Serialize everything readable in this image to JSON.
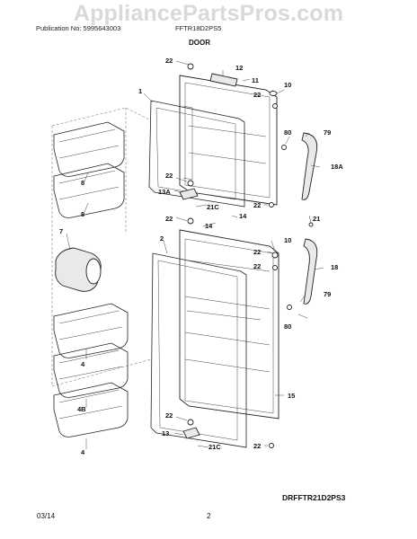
{
  "watermark": "AppliancePartsPros.com",
  "header": {
    "publication": "Publication No: 5995643003",
    "model": "FFTR18D2PS5",
    "section": "DOOR"
  },
  "footer": {
    "diagram_id": "DRFFTR21D2PS3",
    "date": "03/14",
    "page": "2"
  },
  "callouts": {
    "c22a": "22",
    "c12": "12",
    "c11": "11",
    "c10a": "10",
    "c22b": "22",
    "c1": "1",
    "c80a": "80",
    "c79a": "79",
    "c18A": "18A",
    "c8a": "8",
    "c8b": "8",
    "c22c": "22",
    "c13A": "13A",
    "c21Ca": "21C",
    "c22d": "22",
    "c22e": "22",
    "c14a": "14",
    "c14b": "14",
    "c21": "21",
    "c7": "7",
    "c2": "2",
    "c22f": "22",
    "c10b": "10",
    "c22g": "22",
    "c18": "18",
    "c79b": "79",
    "c80b": "80",
    "c4a": "4",
    "c15": "15",
    "c4B": "4B",
    "c4b": "4",
    "c22h": "22",
    "c13": "13",
    "c21Cb": "21C",
    "c22i": "22"
  }
}
